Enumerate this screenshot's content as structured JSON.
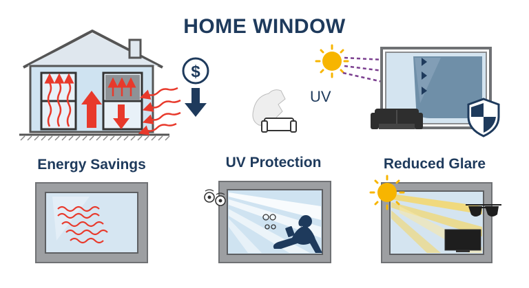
{
  "title": "HOME WINDOW",
  "uv_label": "UV",
  "currency_symbol": "$",
  "panels": [
    {
      "label": "Energy Savings",
      "icon": "heat-waves-window-icon"
    },
    {
      "label": "UV Protection",
      "icon": "reading-person-window-icon"
    },
    {
      "label": "Reduced Glare",
      "icon": "sun-glare-tv-window-icon"
    }
  ],
  "colors": {
    "heading": "#1e3a5c",
    "heat": "#e8392b",
    "glass": "#cfe3f1",
    "frame": "#6f7174",
    "sun": "#f7b500",
    "uv_ray": "#7b3f8f",
    "shield": "#1e3a5c"
  }
}
